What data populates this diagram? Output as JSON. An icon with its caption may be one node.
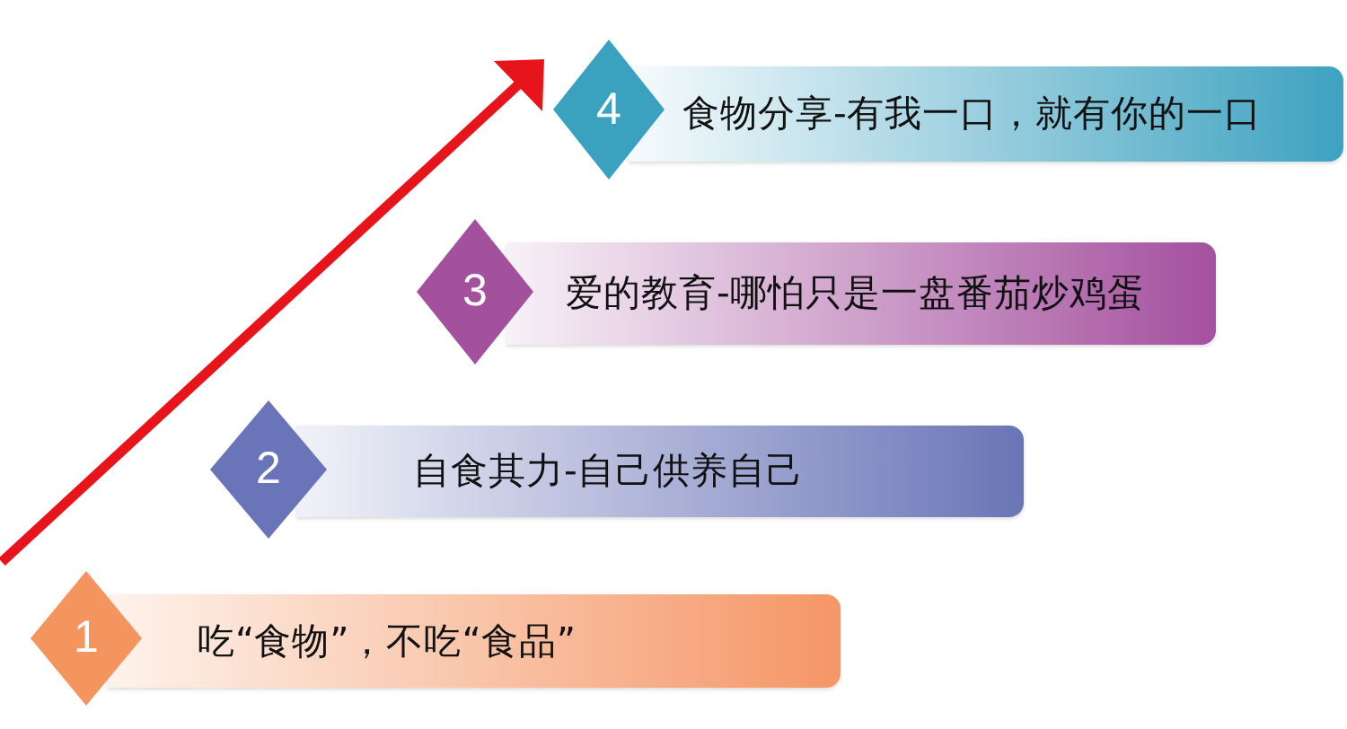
{
  "diagram": {
    "nodes": [
      {
        "text": [
          "4"
        ]
      },
      {
        "text": [
          "食物分享-有我一口，就有你的一口"
        ]
      },
      {
        "text": [
          "3"
        ]
      },
      {
        "text": [
          "爱的教育-哪怕只是一盘番茄炒鸡蛋"
        ]
      },
      {
        "text": [
          "2"
        ]
      },
      {
        "text": [
          "自食其力-自己供养自己"
        ]
      },
      {
        "text": [
          "1"
        ]
      },
      {
        "text": [
          "吃“食物”，不吃“食品”"
        ]
      }
    ]
  }
}
